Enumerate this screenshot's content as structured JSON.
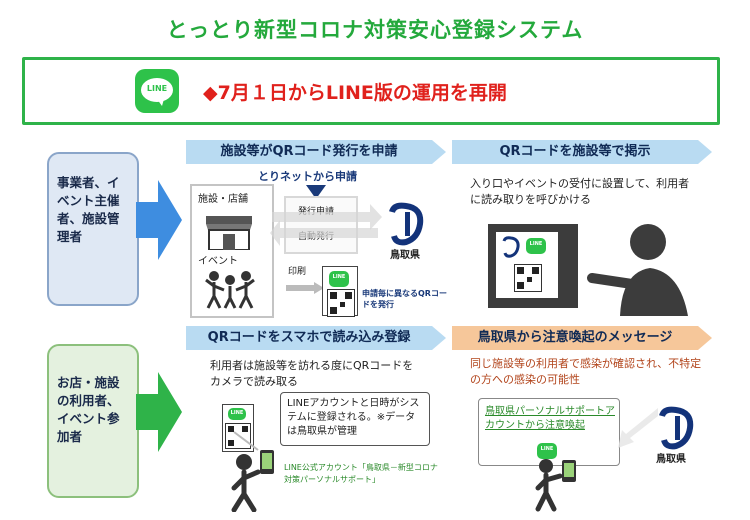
{
  "title": "とっとり新型コロナ対策安心登録システム",
  "banner": {
    "text": "◆7月１日からLINE版の運用を再開",
    "logo_text": "LINE",
    "logo_color": "#2ec24a"
  },
  "roles": {
    "top": "事業者、イベント主催者、施設管理者",
    "bottom": "お店・施設の利用者、イベント参加者"
  },
  "steps": {
    "s1": {
      "header": "施設等がQRコード発行を申請",
      "tottori_net": "とりネットから申請",
      "facility": "施設・店舗",
      "event": "イベント",
      "apply": "発行申請",
      "auto": "自動発行",
      "print": "印刷",
      "pref": "鳥取県",
      "note": "申請毎に異なるQRコードを発行"
    },
    "s2": {
      "header": "QRコードを施設等で掲示",
      "desc": "入り口やイベントの受付に設置して、利用者に読み取りを呼びかける"
    },
    "s3": {
      "header": "QRコードをスマホで読み込み登録",
      "desc": "利用者は施設等を訪れる度にQRコードをカメラで読み取る",
      "bubble": "LINEアカウントと日時がシステムに登録される。※データは鳥取県が管理",
      "account": "LINE公式アカウント「鳥取県－新型コロナ対策パーソナルサポート」"
    },
    "s4": {
      "header": "鳥取県から注意喚起のメッセージ",
      "desc": "同じ施設等の利用者で感染が確認され、不特定の方への感染の可能性",
      "bubble": "鳥取県パーソナルサポートアカウントから注意喚起",
      "pref": "鳥取県"
    }
  },
  "colors": {
    "title": "#24a93c",
    "banner_text": "#e0211c",
    "blue_head": "#b9dbf2",
    "orange_head": "#f6c79a",
    "arrow_blue": "#3e8de0",
    "arrow_green": "#2fb349"
  }
}
